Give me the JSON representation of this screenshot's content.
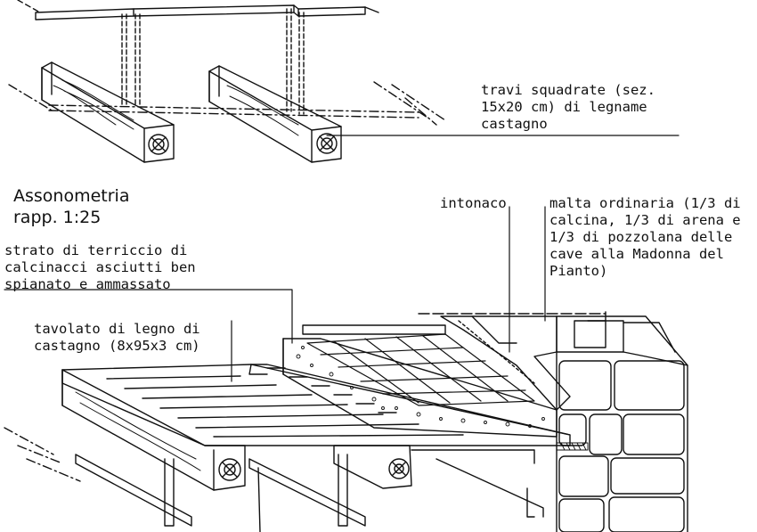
{
  "labels": {
    "travi": "travi squadrate (sez.\n15x20 cm) di legname\ncastagno",
    "title_line1": "Assonometria",
    "title_line2": "rapp. 1:25",
    "intonaco": "intonaco",
    "malta": "malta ordinaria (1/3 di\ncalcina, 1/3 di arena e\n1/3 di pozzolana delle\ncave alla Madonna del\nPianto)",
    "strato": "strato di terriccio di\ncalcinacci asciutti ben\nspianato e ammassato",
    "tavolato": "tavolato di legno di\ncastagno (8x95x3 cm)"
  },
  "colors": {
    "ink": "#111111",
    "paper": "#ffffff"
  }
}
